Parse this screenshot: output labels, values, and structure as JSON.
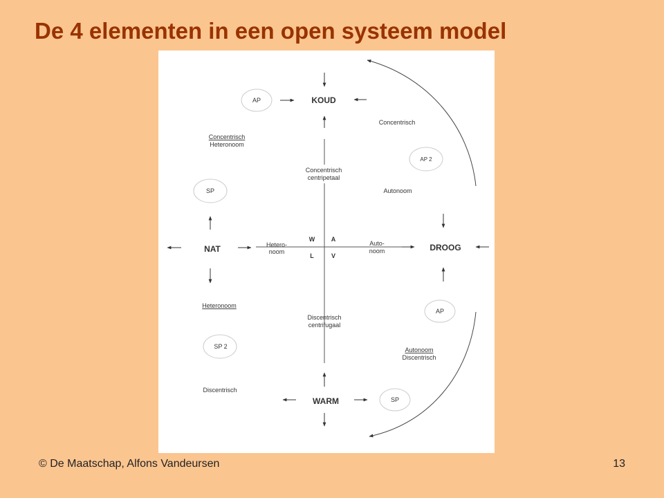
{
  "slide": {
    "title": "De 4 elementen in een open systeem model",
    "footer_left": "© De Maatschap, Alfons Vandeursen",
    "page_number": "13"
  },
  "diagram": {
    "koud": "KOUD",
    "nat": "NAT",
    "droog": "DROOG",
    "warm": "WARM",
    "center": {
      "w": "W",
      "a": "A",
      "l": "L",
      "v": "V"
    },
    "ellipses": {
      "ap_top": "AP",
      "ap2": "AP 2",
      "sp_left": "SP",
      "ap_right": "AP",
      "sp2": "SP 2",
      "sp_bottom": "SP"
    },
    "labels": {
      "concentrisch_heteronoom_1": "Concentrisch",
      "concentrisch_heteronoom_2": "Heteronoom",
      "concentrisch_right": "Concentrisch",
      "centripetaal_1": "Concentrisch",
      "centripetaal_2": "centripetaal",
      "autonoom_right": "Autonoom",
      "hetero_1": "Hetero-",
      "hetero_2": "noom",
      "auto_1": "Auto-",
      "auto_2": "noom",
      "heteronoom_left": "Heteronoom",
      "centrifugaal_1": "Discentrisch",
      "centrifugaal_2": "centrifugaal",
      "autonoom_disc_1": "Autonoom",
      "autonoom_disc_2": "Discentrisch",
      "discentrisch_left": "Discentrisch"
    }
  }
}
